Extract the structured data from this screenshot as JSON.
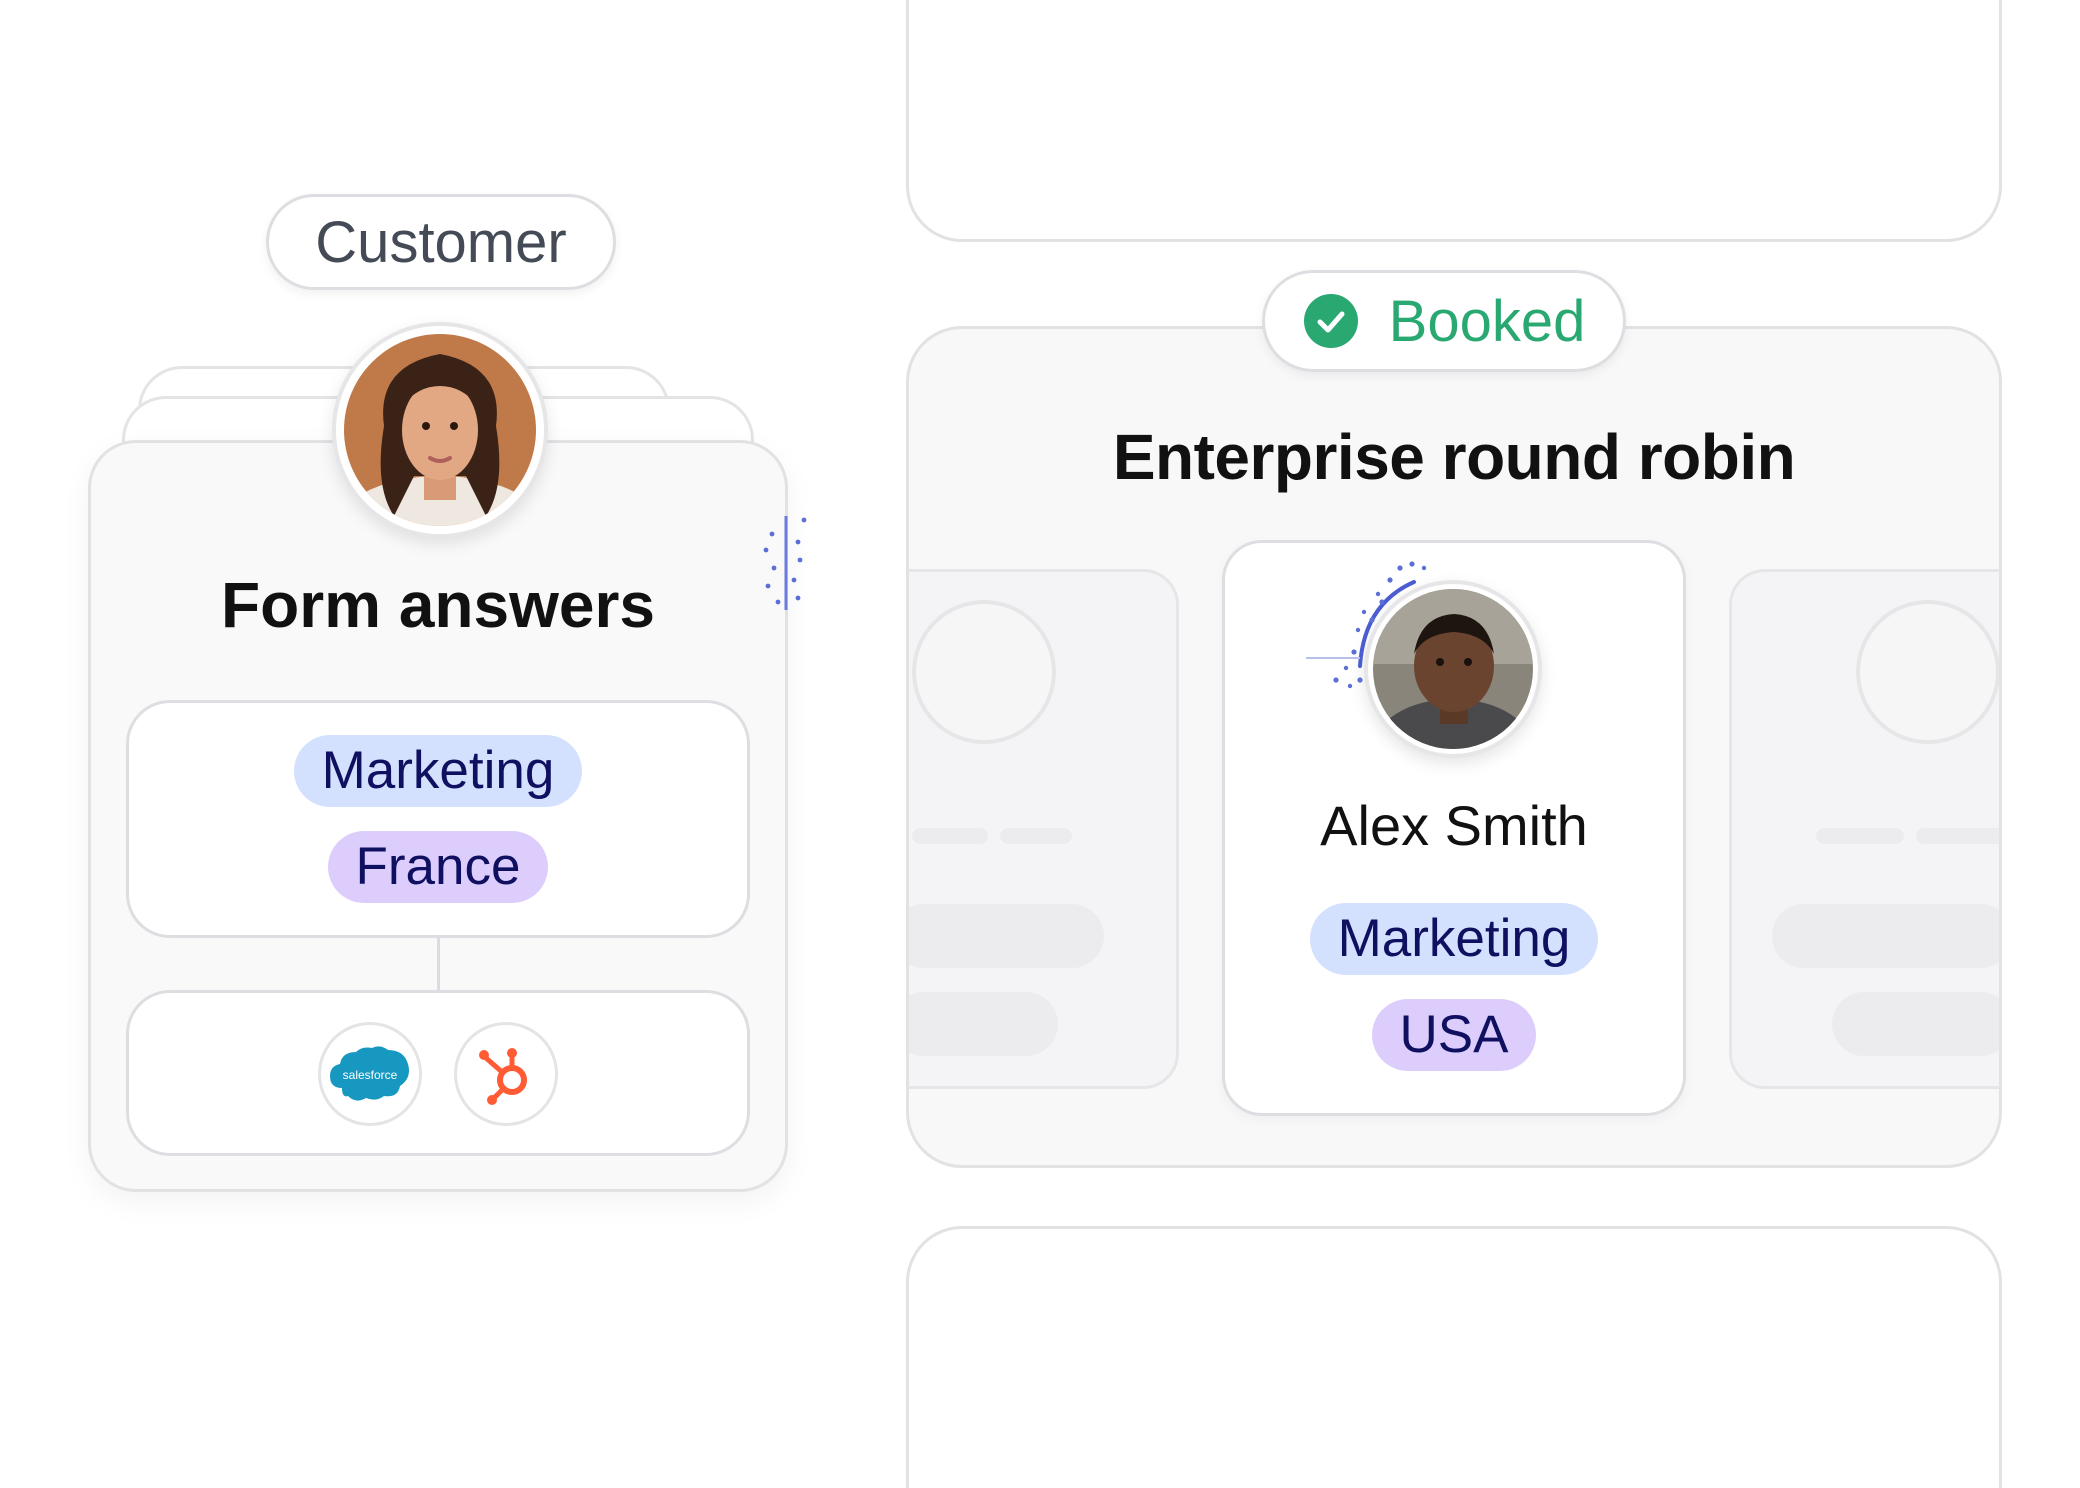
{
  "customer": {
    "label": "Customer",
    "card_title": "Form answers",
    "tags": [
      "Marketing",
      "France"
    ],
    "integrations": [
      {
        "name": "salesforce",
        "label": "salesforce"
      },
      {
        "name": "hubspot"
      }
    ]
  },
  "routing": {
    "status_label": "Booked",
    "card_title": "Enterprise round robin",
    "assignee": {
      "name": "Alex Smith",
      "tags": [
        "Marketing",
        "USA"
      ]
    }
  },
  "colors": {
    "marketing_tag_bg": "#d3e1ff",
    "region_tag_bg": "#dccdfd",
    "tag_text": "#101060",
    "booked_green": "#2aa872",
    "connector_blue": "#5b6fd6",
    "salesforce_blue": "#1798c1",
    "hubspot_orange": "#ff5c35"
  }
}
